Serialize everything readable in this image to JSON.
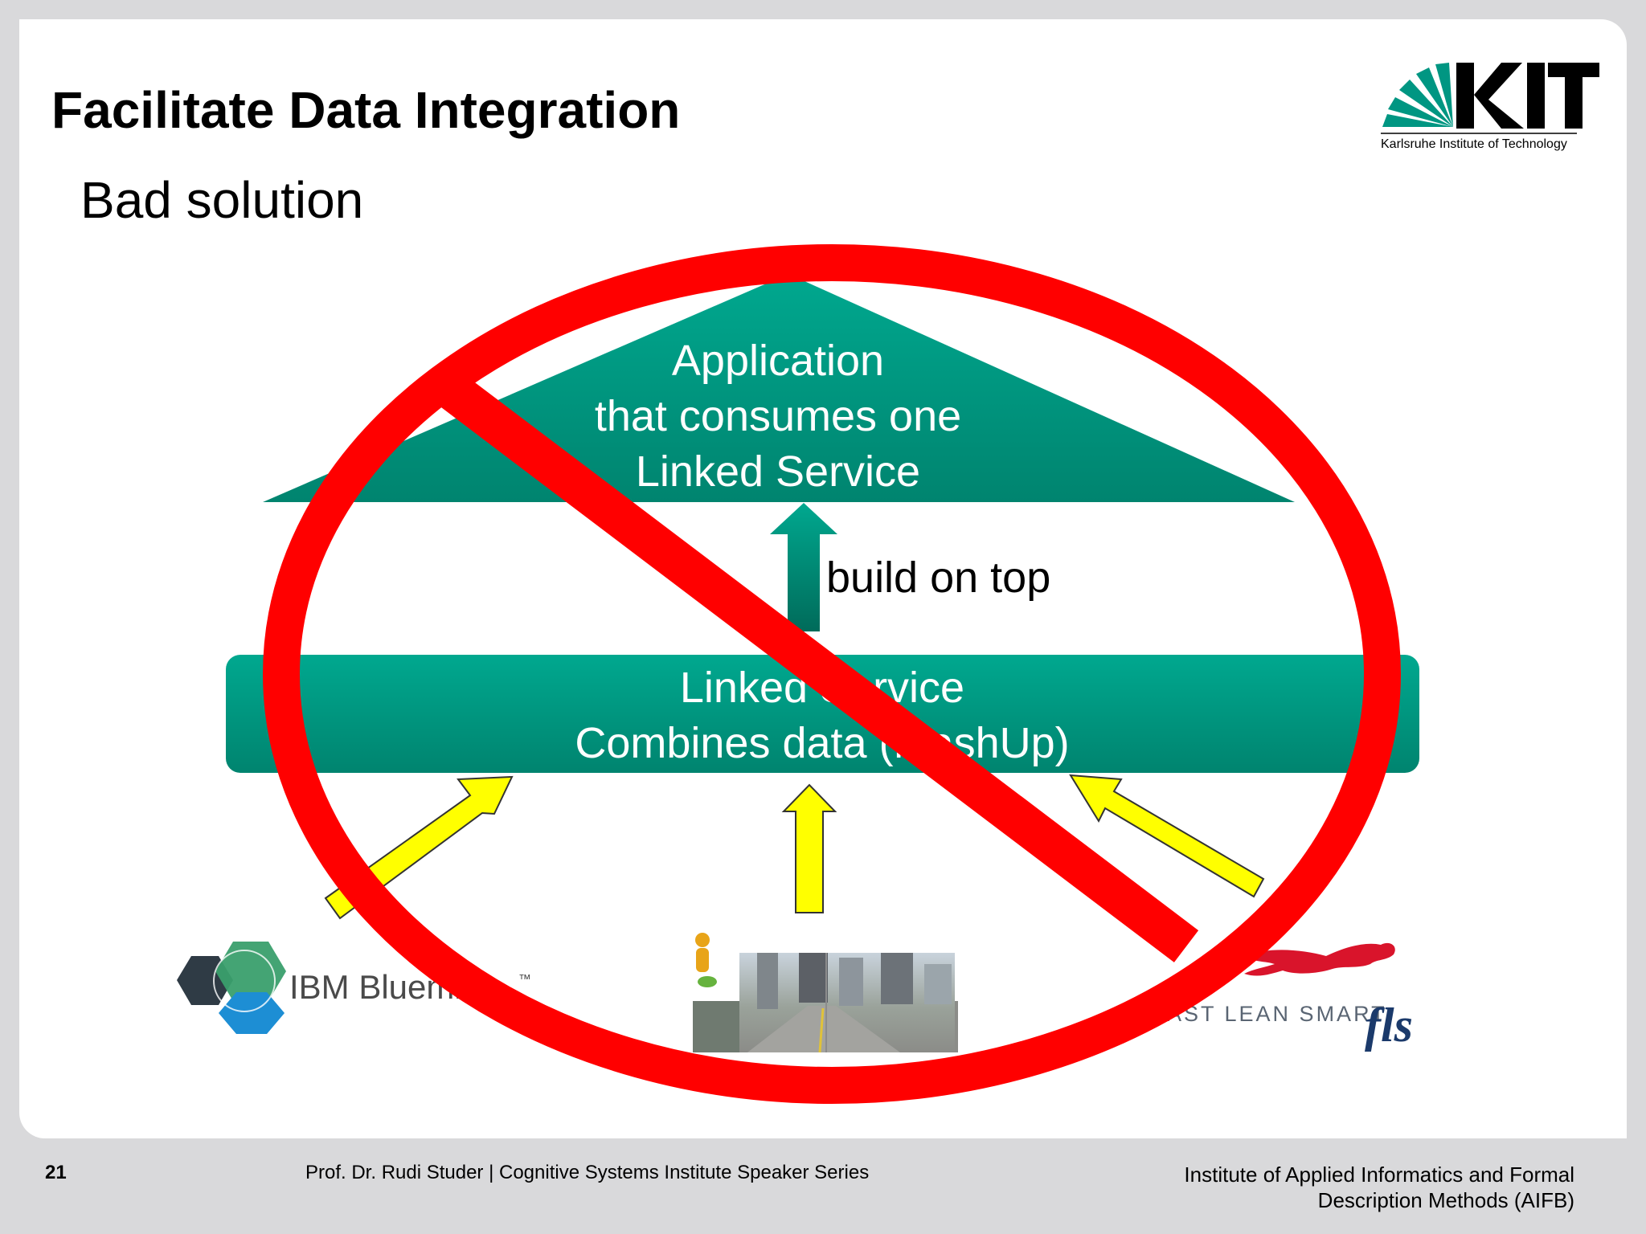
{
  "slide": {
    "title": "Facilitate Data Integration",
    "subtitle": "Bad solution"
  },
  "logo": {
    "letters": "KIT",
    "tagline": "Karlsruhe Institute of Technology",
    "color": "#009682"
  },
  "diagram": {
    "application": {
      "line1": "Application",
      "line2": "that consumes one",
      "line3": "Linked Service"
    },
    "arrow_label": "build on top",
    "linked_service": {
      "line1": "Linked Service",
      "line2": "Combines data (MashUp)"
    },
    "sources": {
      "ibm": {
        "icon": "ibm-bluemix-hexagon-icon",
        "text": "IBM Bluemix",
        "tm": "™"
      },
      "street": {
        "icon": "pegman-icon",
        "image": "street-view-photo"
      },
      "fls": {
        "tagline": "FAST LEAN SMART.",
        "brand": "fls",
        "icon": "cheetah-icon"
      }
    },
    "prohibition": {
      "icon": "prohibition-sign-icon",
      "color": "#ff0000"
    },
    "colors": {
      "teal": "#009682",
      "arrow_yellow": "#ffff00"
    }
  },
  "footer": {
    "page_number": "21",
    "center": "Prof. Dr. Rudi Studer |  Cognitive Systems Institute Speaker Series",
    "right_line1": "Institute of Applied Informatics and Formal",
    "right_line2": "Description Methods (AIFB)"
  }
}
